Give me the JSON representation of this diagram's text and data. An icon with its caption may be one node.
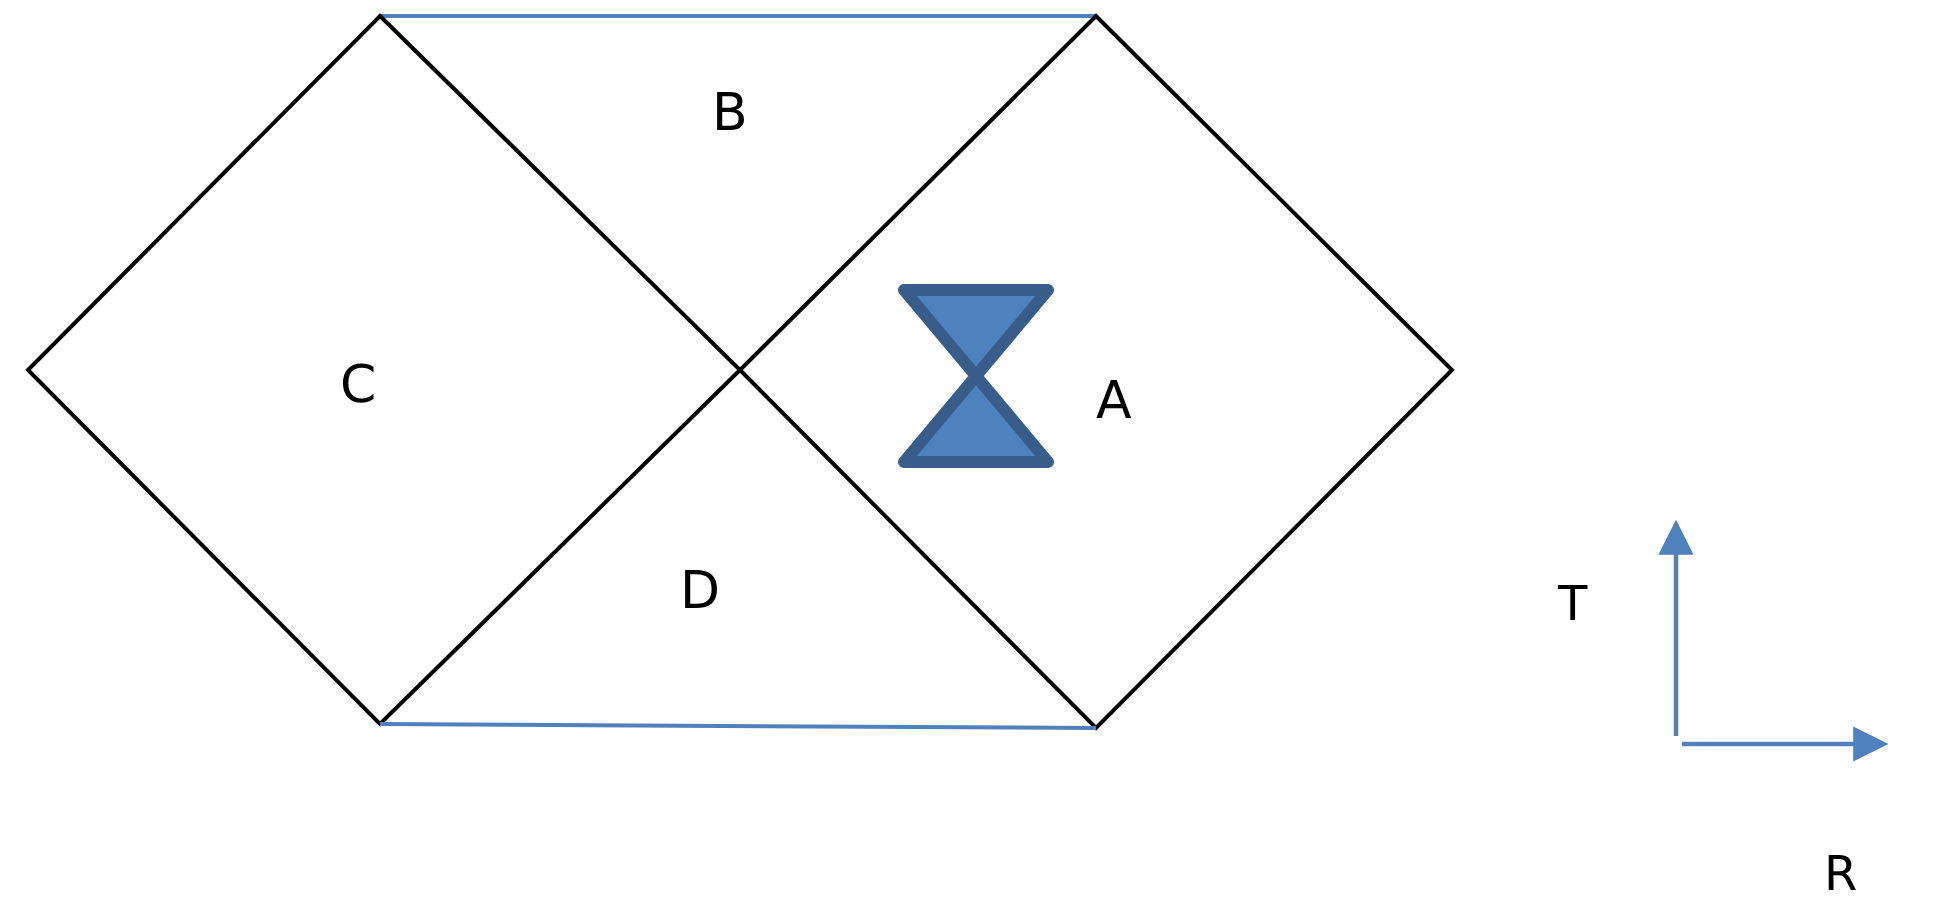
{
  "diagram": {
    "nodes": [
      {
        "text": [
          "B"
        ]
      },
      {
        "text": [
          "C"
        ]
      },
      {
        "text": [
          "A"
        ]
      },
      {
        "text": [
          "D"
        ]
      }
    ],
    "labels": [
      "T",
      "R"
    ]
  }
}
